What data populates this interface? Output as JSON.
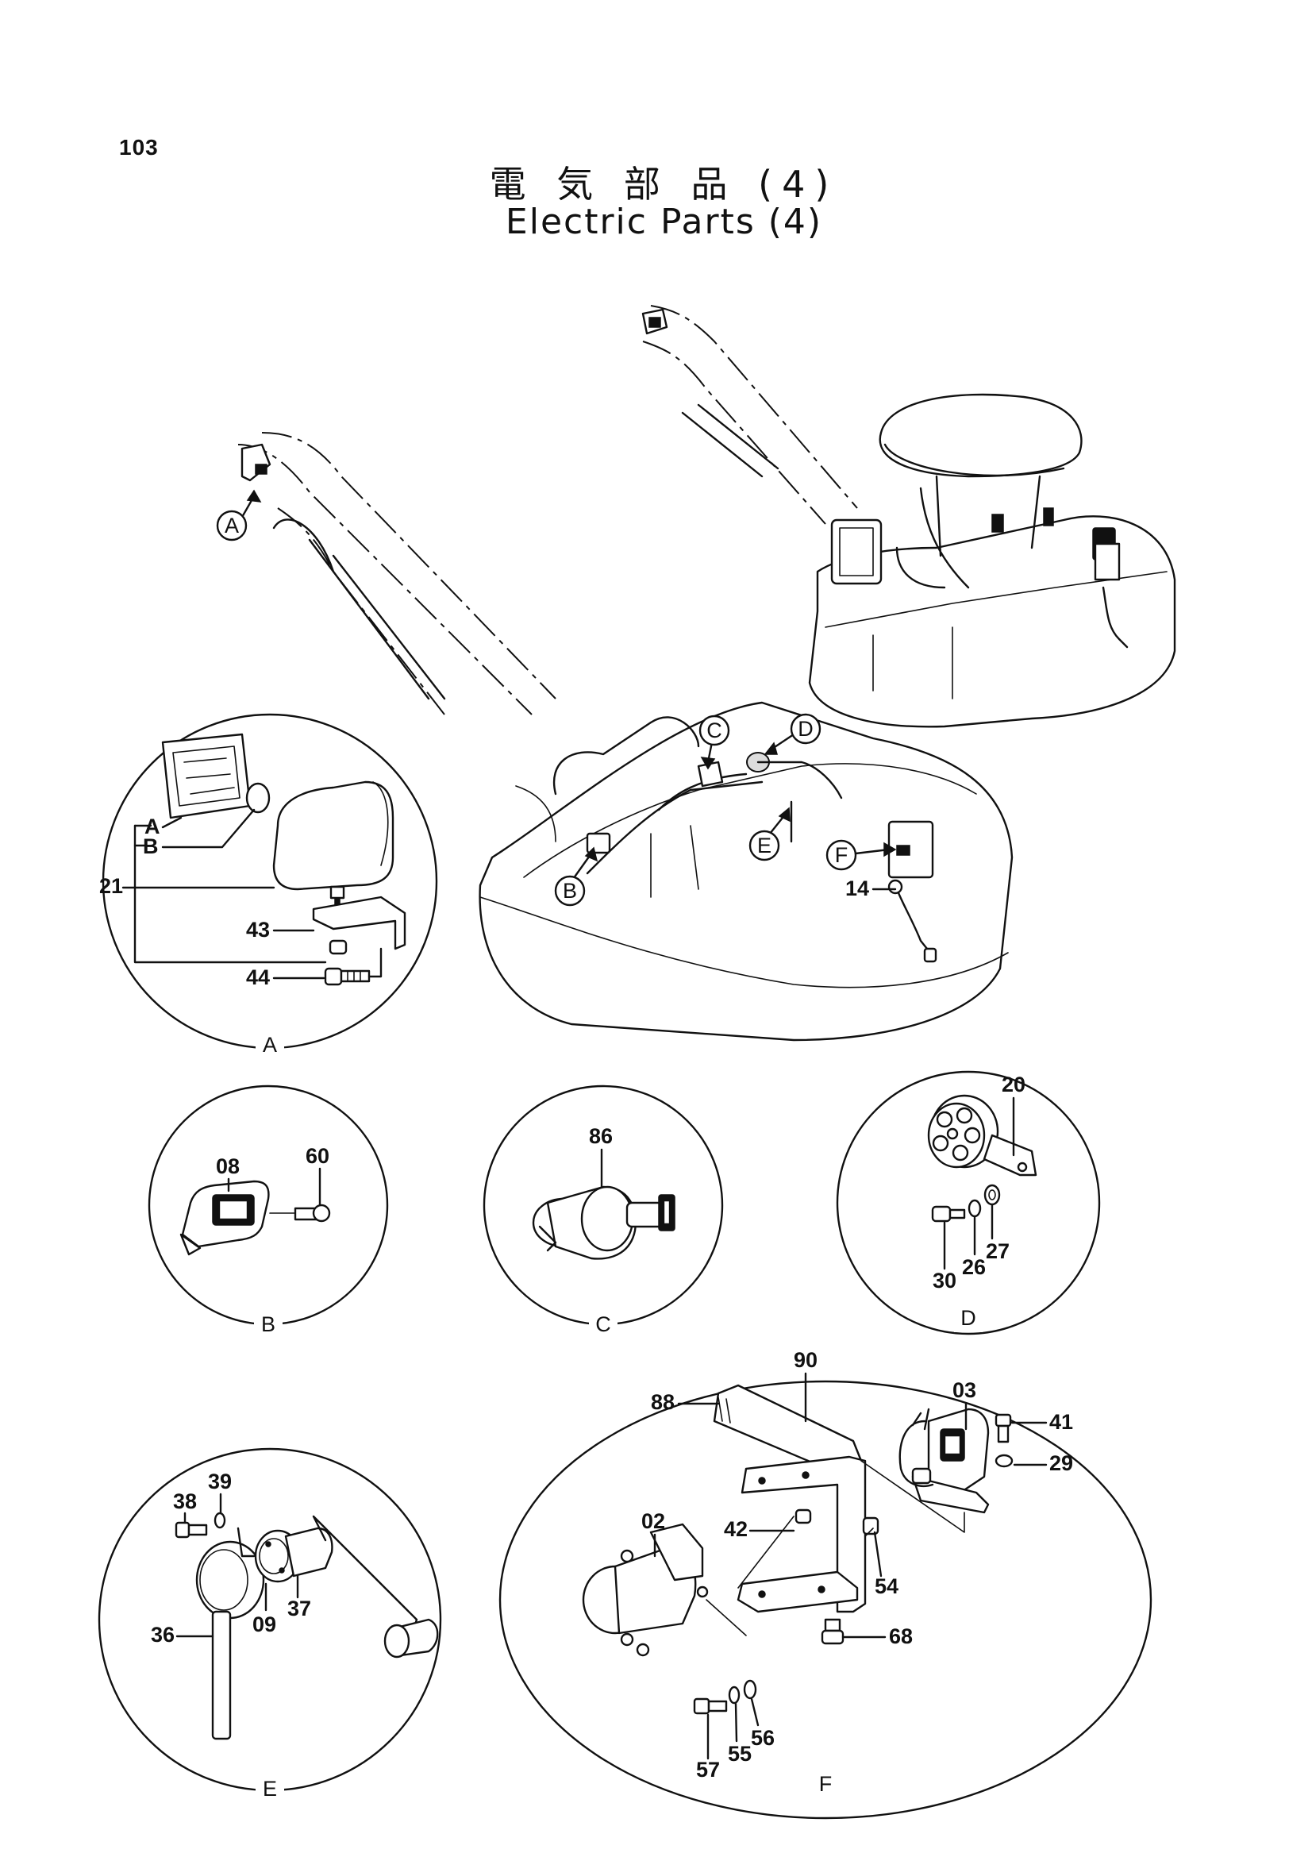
{
  "page_number": "103",
  "title_jp": "電 気 部 品 (4)",
  "title_en": "Electric Parts (4)",
  "callouts": {
    "A": "A",
    "B": "B",
    "C": "C",
    "D": "D",
    "E": "E",
    "F": "F"
  },
  "detail_captions": {
    "A": "A",
    "B": "B",
    "C": "C",
    "D": "D",
    "E": "E",
    "F": "F"
  },
  "detail_A": {
    "bracket_A": "A",
    "bracket_B": "B",
    "p21": "21",
    "p43": "43",
    "p44": "44"
  },
  "main": {
    "p14": "14"
  },
  "detail_B": {
    "p08": "08",
    "p60": "60"
  },
  "detail_C": {
    "p86": "86"
  },
  "detail_D": {
    "p20": "20",
    "p30": "30",
    "p26": "26",
    "p27": "27"
  },
  "detail_E": {
    "p38": "38",
    "p39": "39",
    "p36": "36",
    "p09": "09",
    "p37": "37"
  },
  "detail_F": {
    "p90": "90",
    "p88": "88",
    "p03": "03",
    "p41": "41",
    "p29": "29",
    "p02": "02",
    "p42": "42",
    "p54": "54",
    "p68": "68",
    "p57": "57",
    "p55": "55",
    "p56": "56"
  }
}
